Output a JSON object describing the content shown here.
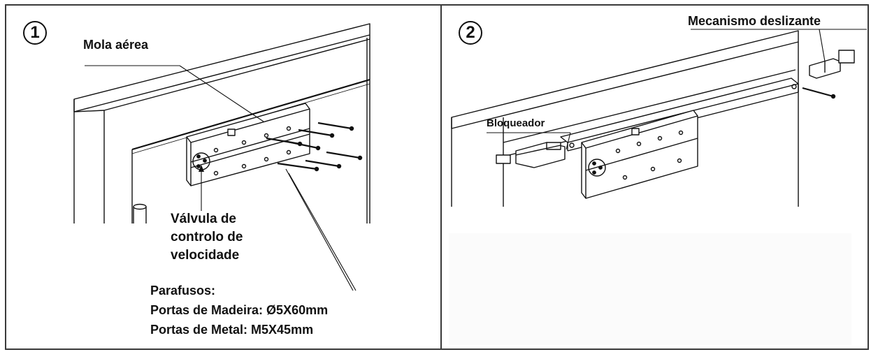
{
  "panels": [
    {
      "number": "1",
      "labels": {
        "air_spring": "Mola aérea",
        "valve": [
          "Válvula de",
          "controlo de",
          "velocidade"
        ],
        "screws_title": "Parafusos:",
        "screws_wood": "Portas de Madeira: Ø5X60mm",
        "screws_metal": "Portas de Metal: M5X45mm"
      }
    },
    {
      "number": "2",
      "labels": {
        "slide_mechanism": "Mecanismo deslizante",
        "locker": "Bloqueador"
      }
    }
  ],
  "colors": {
    "line": "#111111",
    "border": "#3a3a3a",
    "background": "#ffffff"
  },
  "icons": [
    "door-closer-body",
    "mounting-screw",
    "slide-rail",
    "slide-mechanism",
    "locker-block"
  ]
}
